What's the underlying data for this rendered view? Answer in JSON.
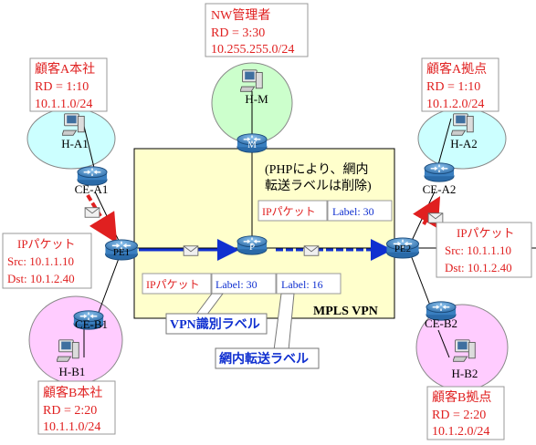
{
  "mpls_label": "MPLS VPN",
  "nw_admin": {
    "title": "NW管理者",
    "rd": "RD = 3:30",
    "net": "10.255.255.0/24"
  },
  "customer_a_hq": {
    "title": "顧客A本社",
    "rd": "RD = 1:10",
    "net": "10.1.1.0/24"
  },
  "customer_a_branch": {
    "title": "顧客A拠点",
    "rd": "RD = 1:10",
    "net": "10.1.2.0/24"
  },
  "customer_b_hq": {
    "title": "顧客B本社",
    "rd": "RD = 2:20",
    "net": "10.1.1.0/24"
  },
  "customer_b_branch": {
    "title": "顧客B拠点",
    "rd": "RD = 2:20",
    "net": "10.1.2.0/24"
  },
  "hosts": {
    "h_m": "H-M",
    "h_a1": "H-A1",
    "h_a2": "H-A2",
    "h_b1": "H-B1",
    "h_b2": "H-B2"
  },
  "routers": {
    "m": "M",
    "p": "P",
    "pe1": "PE1",
    "pe2": "PE2",
    "ce_a1": "CE-A1",
    "ce_a2": "CE-A2",
    "ce_b1": "CE-B1",
    "ce_b2": "CE-B2"
  },
  "packet_left": {
    "title": "IPパケット",
    "src": "Src:  10.1.1.10",
    "dst": "Dst:  10.1.2.40"
  },
  "packet_right": {
    "title": "IPパケット",
    "src": "Src:  10.1.1.10",
    "dst": "Dst:  10.1.2.40"
  },
  "php_note": {
    "line1": "(PHPにより、網内",
    "line2": "転送ラベルは削除)"
  },
  "frame_mid": {
    "ip": "IPパケット",
    "vpn_label": "Label:  30",
    "net_label": "Label:  16"
  },
  "frame_right": {
    "ip": "IPパケット",
    "vpn_label": "Label:  30"
  },
  "callout_vpn": "VPN識別ラベル",
  "callout_net": "網内転送ラベル",
  "colors": {
    "mpls_fill": "#ffffcc",
    "cloud_a": "#ccffff",
    "cloud_b": "#ffccff",
    "cloud_m": "#ccffcc",
    "red": "#e02020",
    "blue": "#1030d0",
    "router": "#3a7fc0"
  }
}
